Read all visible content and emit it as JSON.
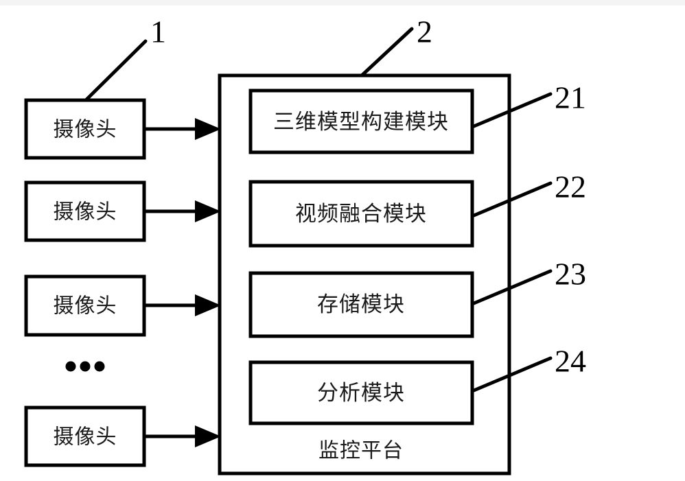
{
  "diagram": {
    "type": "system-block-diagram",
    "background_color": "#ffffff",
    "line_color": "#000000",
    "cameras": [
      {
        "label": "摄像头"
      },
      {
        "label": "摄像头"
      },
      {
        "label": "摄像头"
      },
      {
        "label": "摄像头"
      }
    ],
    "ellipsis": "...",
    "platform": {
      "label": "监控平台",
      "ref": "2",
      "modules": [
        {
          "label": "三维模型构建模块",
          "ref": "21"
        },
        {
          "label": "视频融合模块",
          "ref": "22"
        },
        {
          "label": "存储模块",
          "ref": "23"
        },
        {
          "label": "分析模块",
          "ref": "24"
        }
      ]
    },
    "reference_numbers": {
      "camera_group": "1",
      "platform": "2",
      "module_1": "21",
      "module_2": "22",
      "module_3": "23",
      "module_4": "24"
    }
  }
}
